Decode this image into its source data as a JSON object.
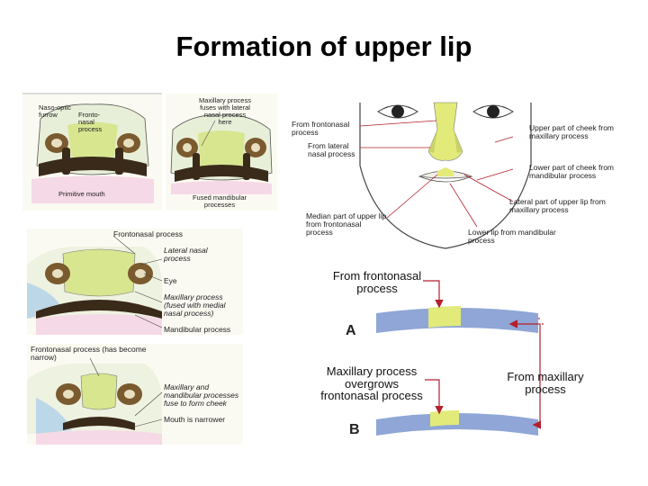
{
  "title": "Formation of upper lip",
  "top_left": {
    "panel1": {
      "nasoptic": "Naso-optic furrow",
      "frontonasal": "Fronto-nasal process",
      "mouth": "Primitive mouth"
    },
    "panel2": {
      "maxillary": "Maxillary process fuses with lateral nasal process here",
      "mandibular": "Fused mandibular processes"
    }
  },
  "face": {
    "from_frontonasal": "From frontonasal process",
    "from_lateral": "From lateral nasal process",
    "median": "Median part of upper lip from frontonasal process",
    "upper_cheek": "Upper part of cheek from maxillary process",
    "lower_cheek": "Lower part of cheek from mandibular process",
    "lateral_lip": "Lateral part of upper lip from maxillary process",
    "lower_lip": "Lower lip from mandibular process"
  },
  "middle_left": {
    "frontonasal": "Frontonasal process",
    "lateral_nasal": "Lateral nasal process",
    "eye": "Eye",
    "maxillary": "Maxillary process (fused with medial nasal process)",
    "mandibular": "Mandibular process"
  },
  "bottom_left": {
    "frontonasal_narrow": "Frontonasal process (has become narrow)",
    "maxmand": "Maxillary and mandibular processes fuse to form cheek",
    "mouth_narrow": "Mouth is narrower"
  },
  "strip_diagram": {
    "from_frontonasal": "From frontonasal process",
    "label_a": "A",
    "overgrows": "Maxillary process overgrows frontonasal process",
    "from_maxillary": "From maxillary process",
    "label_b": "B"
  },
  "colors": {
    "blue": "#8fa6d6",
    "green": "#e2ea7a",
    "arrow": "#b3202c"
  }
}
